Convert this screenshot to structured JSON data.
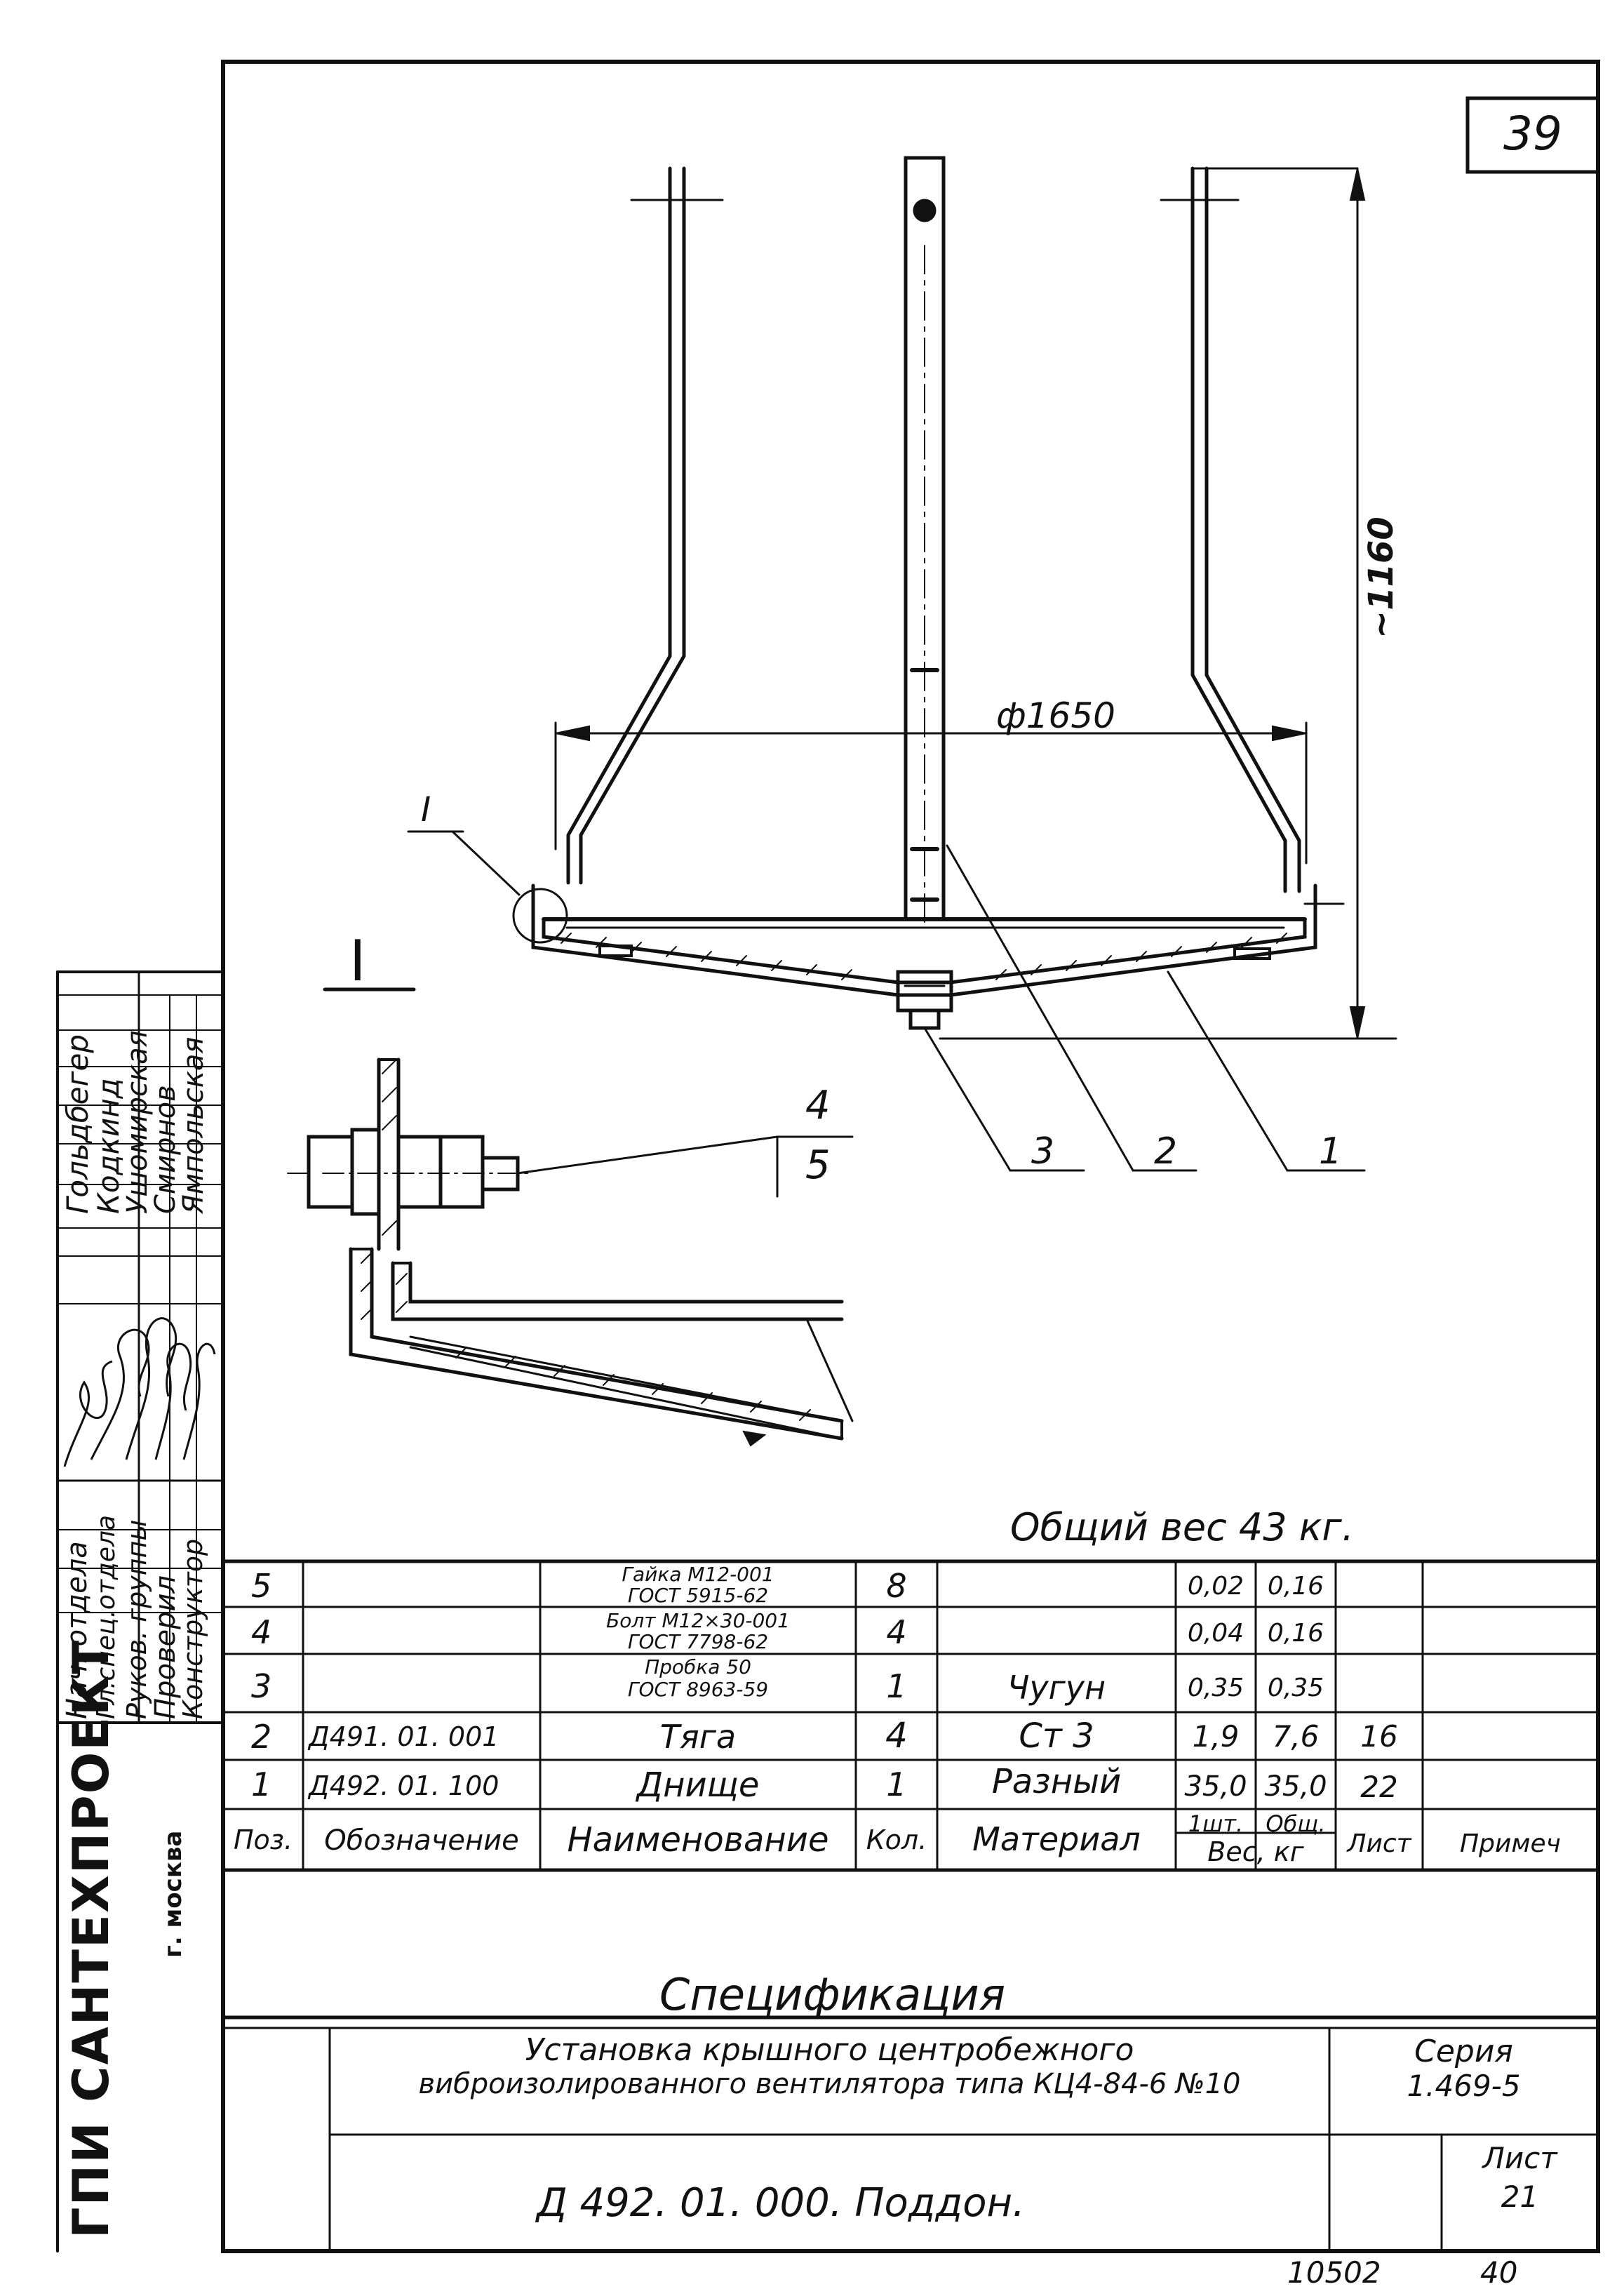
{
  "sheet_number": "39",
  "dimensions": {
    "height": "~1160",
    "diameter": "ф1650"
  },
  "callouts": {
    "detail_ref": "I",
    "pos_1": "1",
    "pos_2": "2",
    "pos_3": "3",
    "pos_4": "4",
    "pos_5": "5"
  },
  "detail_title": "I",
  "total_weight": "Общий вес 43 кг.",
  "spec_rows": [
    {
      "pos": "5",
      "designation": "",
      "name": [
        "Гайка М12-001",
        "ГОСТ 5915-62"
      ],
      "qty": "8",
      "material": "",
      "w_unit": "0,02",
      "w_total": "0,16",
      "sheet": "",
      "note": ""
    },
    {
      "pos": "4",
      "designation": "",
      "name": [
        "Болт М12×30-001",
        "ГОСТ 7798-62"
      ],
      "qty": "4",
      "material": "",
      "w_unit": "0,04",
      "w_total": "0,16",
      "sheet": "",
      "note": ""
    },
    {
      "pos": "3",
      "designation": "",
      "name": [
        "Пробка 50",
        "ГОСТ 8963-59"
      ],
      "qty": "1",
      "material": "Чугун",
      "w_unit": "0,35",
      "w_total": "0,35",
      "sheet": "",
      "note": ""
    },
    {
      "pos": "2",
      "designation": "Д491. 01. 001",
      "name": [
        "Тяга"
      ],
      "qty": "4",
      "material": "Ст 3",
      "w_unit": "1,9",
      "w_total": "7,6",
      "sheet": "16",
      "note": ""
    },
    {
      "pos": "1",
      "designation": "Д492. 01. 100",
      "name": [
        "Днище"
      ],
      "qty": "1",
      "material": "Разный",
      "w_unit": "35,0",
      "w_total": "35,0",
      "sheet": "22",
      "note": ""
    }
  ],
  "spec_header": {
    "pos": "Поз.",
    "designation": "Обозначение",
    "name": "Наименование",
    "qty": "Кол.",
    "material": "Материал",
    "w_unit": "1шт.",
    "w_total": "Общ.",
    "weight": "Вес, кг",
    "sheet": "Лист",
    "note": "Примеч"
  },
  "spec_title": "Спецификация",
  "title_block": {
    "description_line1": "Установка крышного центробежного",
    "description_line2": "виброизолированного вентилятора типа КЦ4-84-6 №10",
    "series_label": "Серия",
    "series_value": "1.469-5",
    "drawing": "Д 492. 01. 000.   Поддон.",
    "sheet_label": "Лист",
    "sheet_value": "21"
  },
  "org": {
    "name": "ГПИ САНТЕХПРОЕКТ",
    "city": "г. москва"
  },
  "roles": [
    "Нач. отдела",
    "Гл.спец.отдела",
    "Руков. группы",
    "Проверил",
    "Конструктор"
  ],
  "names": [
    "Гольдбегер",
    "Кодкинд",
    "Ушомирская",
    "Смирнов",
    "Ямпольская"
  ],
  "footer": {
    "number": "10502",
    "page": "40"
  }
}
